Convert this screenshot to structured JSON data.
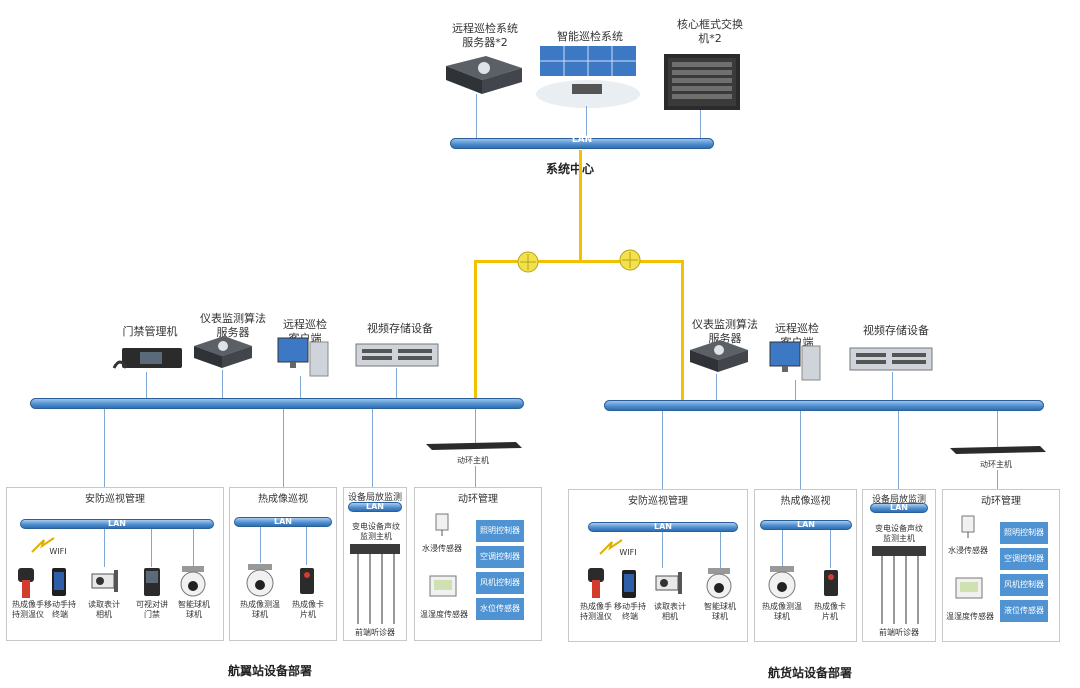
{
  "center": {
    "devices": [
      {
        "label": "远程巡检系统\n服务器*2"
      },
      {
        "label": "智能巡检系统"
      },
      {
        "label": "核心框式交换\n机*2"
      }
    ],
    "lan": "LAN",
    "title": "系统中心"
  },
  "left": {
    "devices": [
      {
        "label": "门禁管理机"
      },
      {
        "label": "仪表监测算法\n服务器"
      },
      {
        "label": "远程巡检\n客户端"
      },
      {
        "label": "视频存储设备"
      }
    ],
    "env_host": "动环主机",
    "title": "航翼站设备部署",
    "sections": {
      "security": {
        "title": "安防巡视管理",
        "lan": "LAN",
        "wifi": "WIFI",
        "items": [
          "热成像手\n持测温仪",
          "移动手持\n终端",
          "读取表计\n相机",
          "可视对讲\n门禁",
          "智能球机\n球机"
        ]
      },
      "thermal": {
        "title": "热成像巡视",
        "lan": "LAN",
        "items": [
          "热成像测温\n球机",
          "热成像卡\n片机"
        ]
      },
      "discharge": {
        "title": "设备局放监测",
        "lan": "LAN",
        "host": "变电设备声纹\n监测主机",
        "sensor": "前端听诊器"
      },
      "env": {
        "title": "动环管理",
        "items": [
          "水浸传感器",
          "温湿度传感器"
        ],
        "controls": [
          "照明控制器",
          "空调控制器",
          "风机控制器",
          "水位传感器"
        ]
      }
    }
  },
  "right": {
    "devices": [
      {
        "label": "仪表监测算法\n服务器"
      },
      {
        "label": "远程巡检\n客户端"
      },
      {
        "label": "视频存储设备"
      }
    ],
    "env_host": "动环主机",
    "title": "航货站设备部署",
    "sections": {
      "security": {
        "title": "安防巡视管理",
        "lan": "LAN",
        "wifi": "WIFI",
        "items": [
          "热成像手\n持测温仪",
          "移动手持\n终端",
          "读取表计\n相机",
          "智能球机\n球机"
        ]
      },
      "thermal": {
        "title": "热成像巡视",
        "lan": "LAN",
        "items": [
          "热成像测温\n球机",
          "热成像卡\n片机"
        ]
      },
      "discharge": {
        "title": "设备局放监测",
        "lan": "LAN",
        "host": "变电设备声纹\n监测主机",
        "sensor": "前端听诊器"
      },
      "env": {
        "title": "动环管理",
        "items": [
          "水浸传感器",
          "温湿度传感器"
        ],
        "controls": [
          "照明控制器",
          "空调控制器",
          "风机控制器",
          "液位传感器"
        ]
      }
    }
  }
}
